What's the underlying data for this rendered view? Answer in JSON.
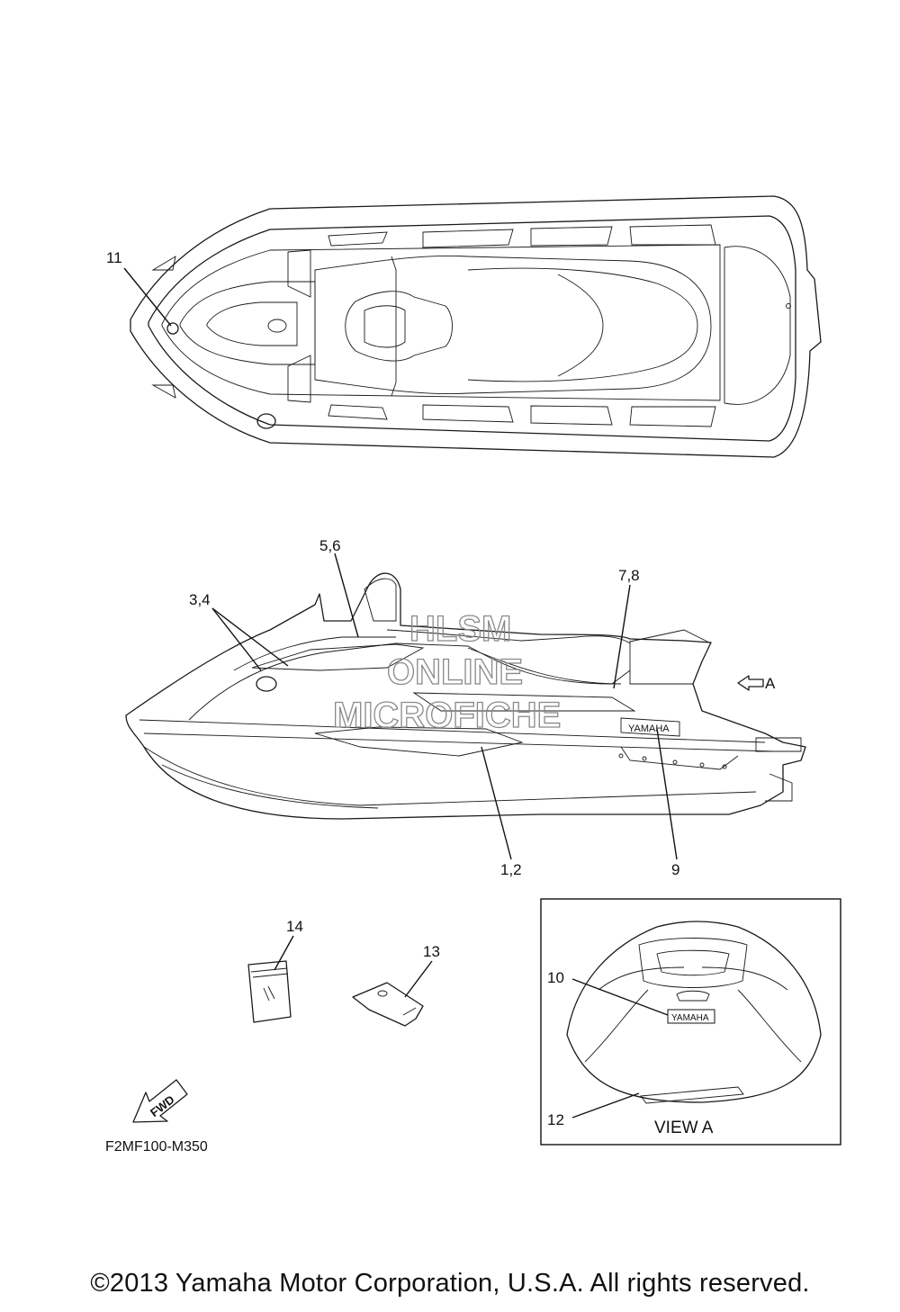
{
  "callouts": {
    "c11": "11",
    "c56": "5,6",
    "c34": "3,4",
    "c78": "7,8",
    "c12": "1,2",
    "c9": "9",
    "c14": "14",
    "c13": "13",
    "c10": "10",
    "c12b": "12"
  },
  "view_label": "VIEW A",
  "view_arrow_label": "A",
  "fwd_label": "FWD",
  "figure_code": "F2MF100-M350",
  "badge_text": "YAMAHA",
  "watermark": [
    "HLSM",
    "ONLINE",
    "MICROFICHE"
  ],
  "copyright": "©2013 Yamaha Motor Corporation, U.S.A. All rights reserved."
}
